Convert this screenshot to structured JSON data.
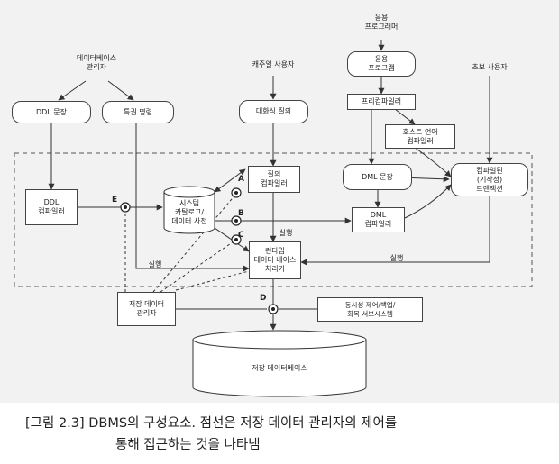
{
  "actors": {
    "dba": "데이터베이스\n관리자",
    "casual": "캐주얼 사용자",
    "programmer": "응용\n프로그래머",
    "naive": "초보 사용자"
  },
  "boxes": {
    "ddl_statement": "DDL 문장",
    "privileged_cmd": "특권 명령",
    "interactive_query": "대화식 질의",
    "app_program": "응용\n프로그램",
    "precompiler": "프리컴파일러",
    "host_compiler": "호스트 언어\n컴파일러",
    "ddl_compiler": "DDL\n컴파일러",
    "query_compiler": "질의\n컴파일러",
    "dml_statement": "DML 문장",
    "compiled_transaction": "컴파일된\n(기작성)\n트랜잭션",
    "dml_compiler": "DML\n컴파일러",
    "runtime_processor": "런타임\n데이터 베이스\n처리기",
    "stored_data_manager": "저장 데이터\n관리자",
    "concurrency_subsystem": "동시성 제어/백업/\n회복 서브시스템"
  },
  "catalog": "시스템\n카탈로그/\n데이터 사전",
  "database": "저장 데이터베이스",
  "edge_labels": {
    "exec_left": "실행",
    "exec_query": "실행",
    "exec_right": "실행"
  },
  "nodes": [
    "A",
    "B",
    "C",
    "D",
    "E"
  ],
  "caption": {
    "line1": "[그림 2.3] DBMS의 구성요소. 점선은 저장 데이터 관리자의 제어를",
    "line2": "통해 접근하는 것을 나타냄"
  }
}
